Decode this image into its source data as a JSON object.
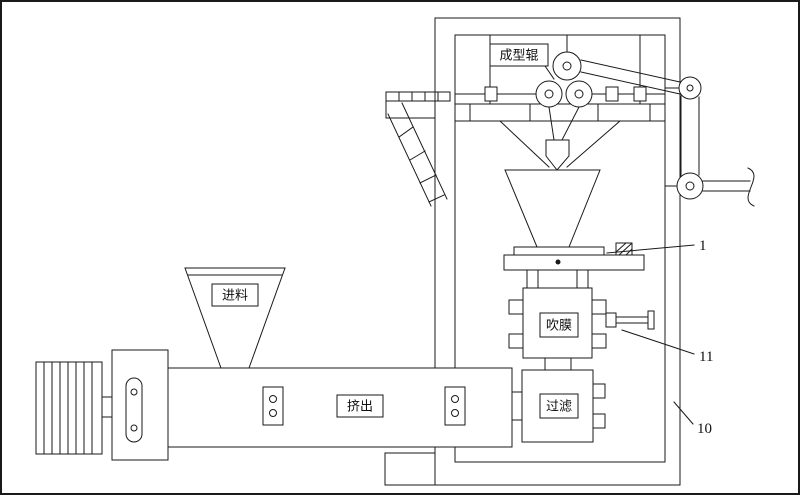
{
  "diagram": {
    "labels": {
      "forming_roller": "成型辊",
      "feed": "进料",
      "extrusion": "挤出",
      "blown_film": "吹膜",
      "filter": "过滤"
    },
    "callouts": {
      "platform": "1",
      "rod": "11",
      "frame": "10"
    },
    "colors": {
      "line": "#1a1a1a",
      "background": "#ffffff"
    }
  }
}
